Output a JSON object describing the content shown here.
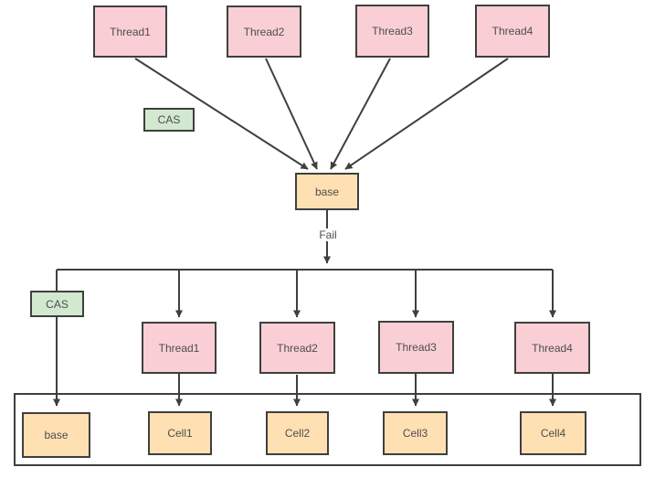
{
  "colors": {
    "pink": "#f9cfd5",
    "green": "#d2e8d0",
    "orange": "#ffe0b3",
    "border": "#3f3f3f",
    "line": "#3f3f3f",
    "text": "#4d4d4d",
    "bg": "#ffffff"
  },
  "top": {
    "threads": [
      "Thread1",
      "Thread2",
      "Thread3",
      "Thread4"
    ],
    "cas_label": "CAS",
    "base_label": "base"
  },
  "middle": {
    "fail_label": "Fail"
  },
  "bottom": {
    "cas_label": "CAS",
    "threads": [
      "Thread1",
      "Thread2",
      "Thread3",
      "Thread4"
    ],
    "base_label": "base",
    "cells": [
      "Cell1",
      "Cell2",
      "Cell3",
      "Cell4"
    ]
  }
}
